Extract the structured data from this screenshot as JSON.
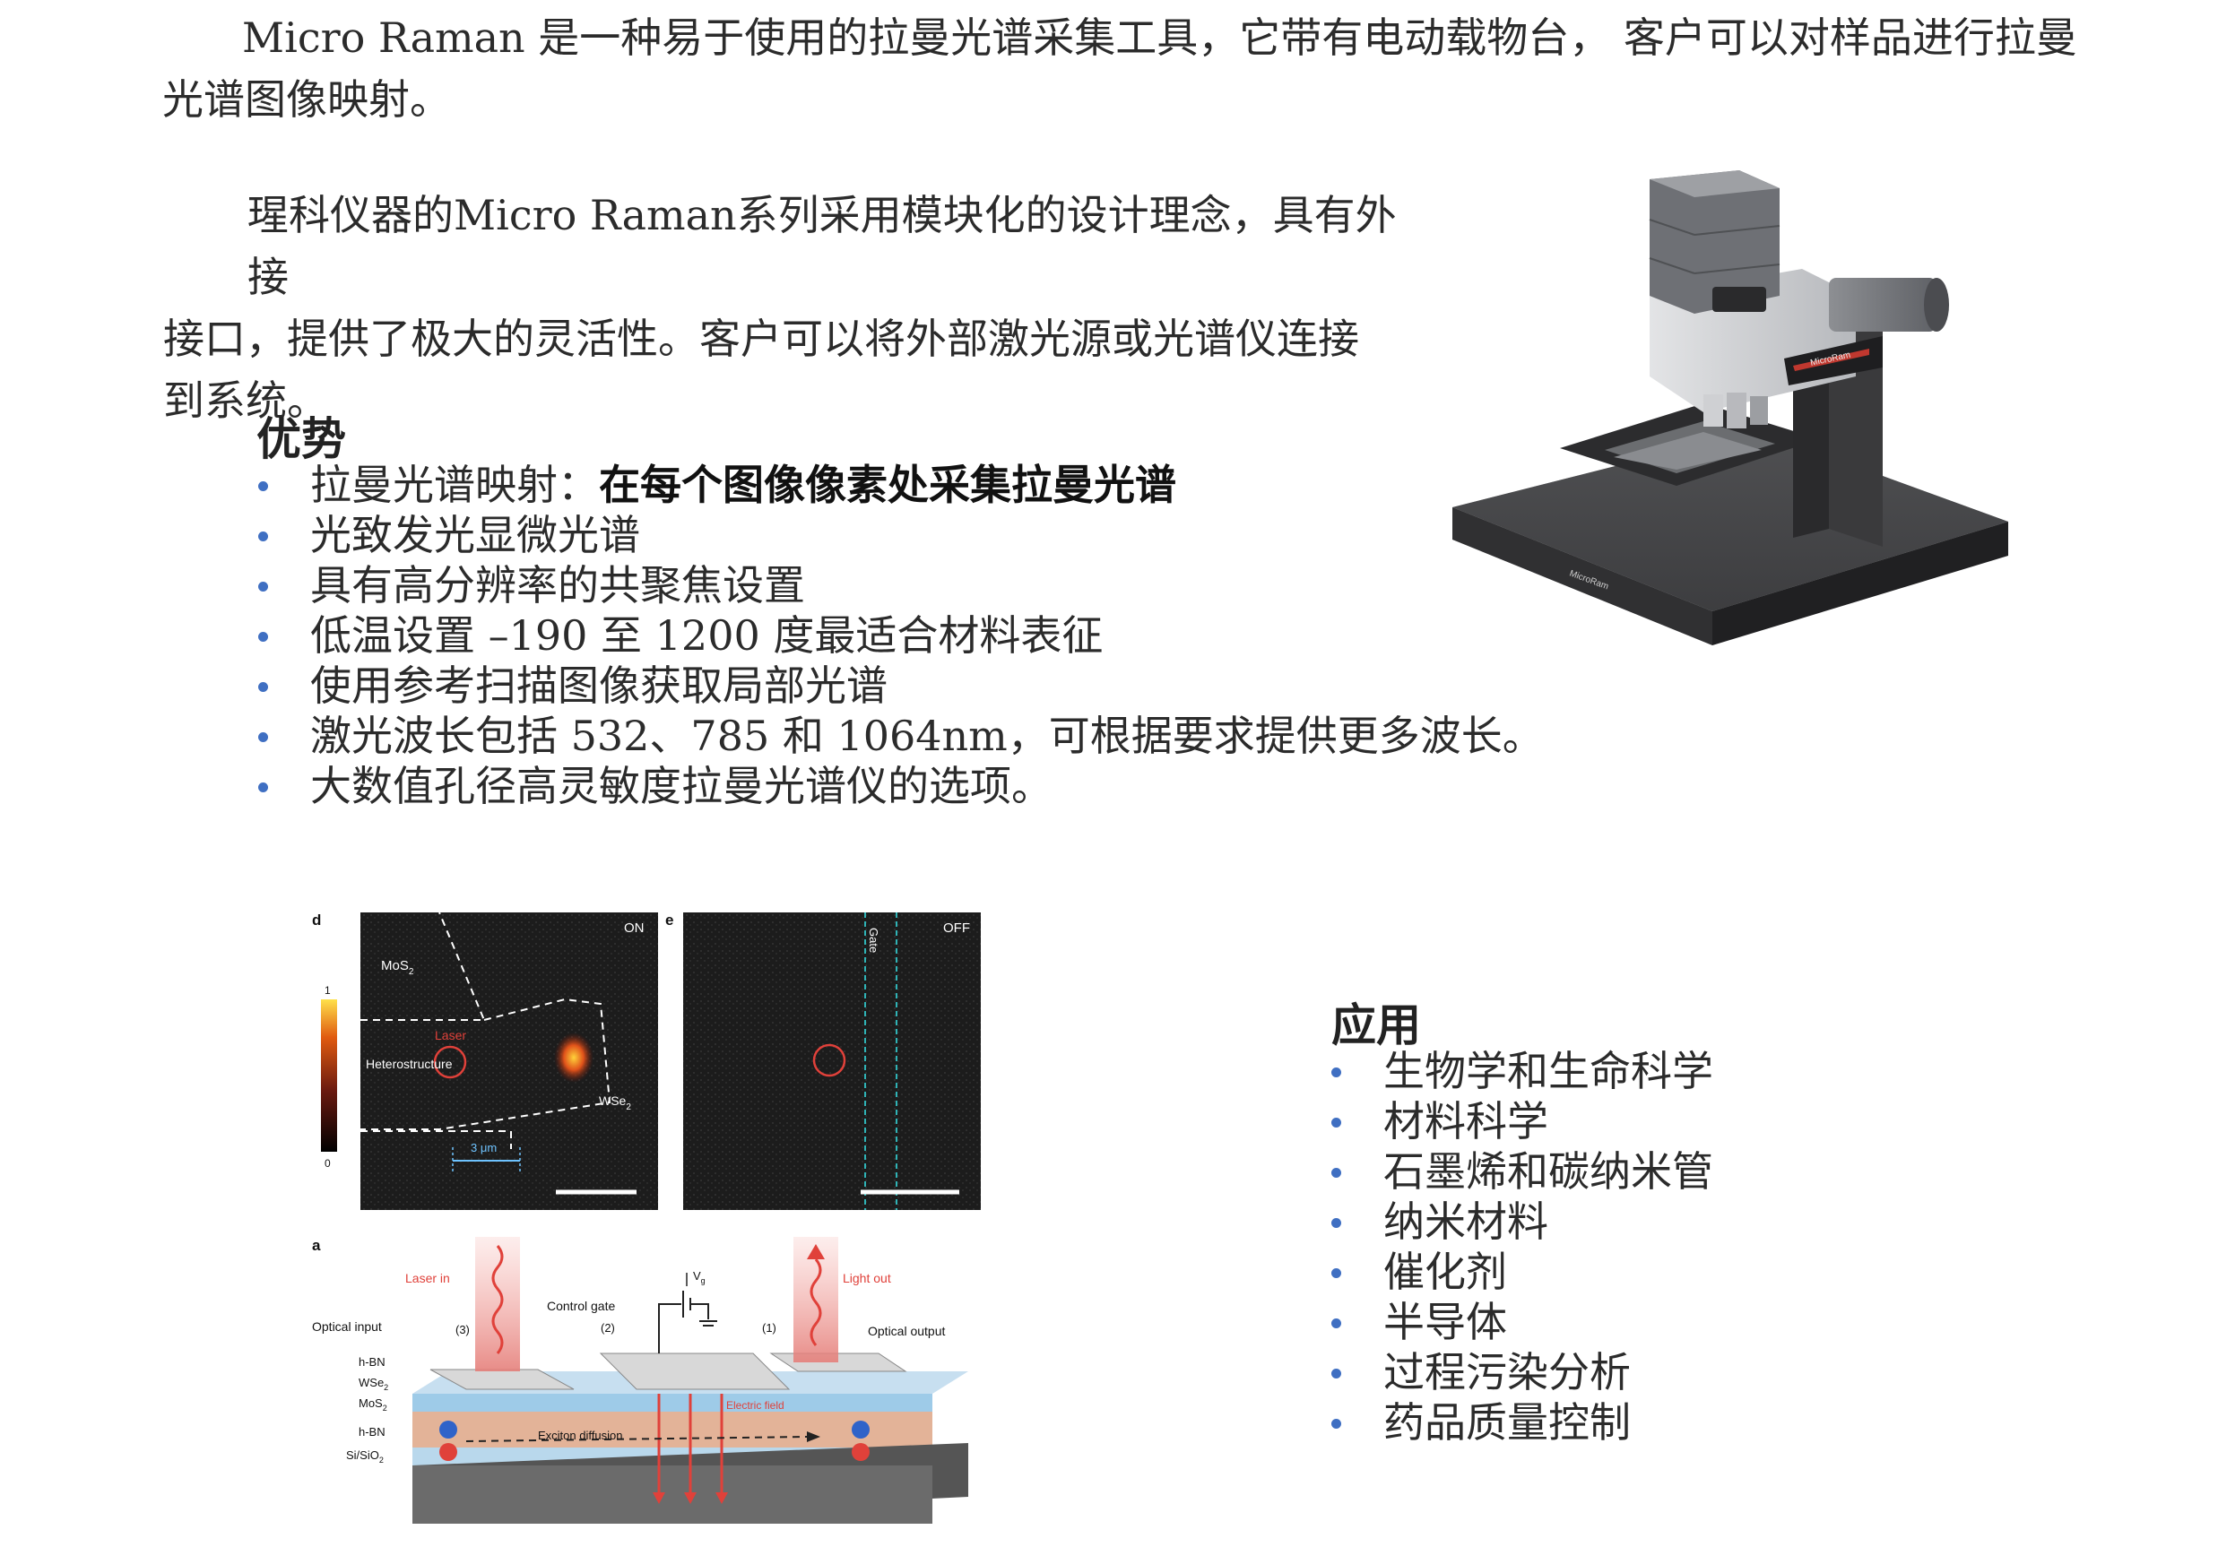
{
  "intro": {
    "line1": "Micro Raman 是一种易于使用的拉曼光谱采集工具，它带有电动载物台， 客户可以对样品进行拉曼",
    "line2": "光谱图像映射。"
  },
  "modular": {
    "line1": "瑆科仪器的Micro Raman系列采用模块化的设计理念，具有外接",
    "line2": "接口，提供了极大的灵活性。客户可以将外部激光源或光谱仪连接",
    "line3": "到系统。"
  },
  "advantages": {
    "heading": "优势",
    "items": [
      {
        "label": "拉曼光谱映射：",
        "emph": "在每个图像像素处采集拉曼光谱"
      },
      {
        "label": "光致发光显微光谱",
        "emph": ""
      },
      {
        "label": "具有高分辨率的共聚焦设置",
        "emph": ""
      },
      {
        "label": "低温设置 –190 至 1200 度最适合材料表征",
        "emph": ""
      },
      {
        "label": "使用参考扫描图像获取局部光谱",
        "emph": ""
      },
      {
        "label": "激光波长包括 532、785 和 1064nm，可根据要求提供更多波长。",
        "emph": ""
      },
      {
        "label": "大数值孔径高灵敏度拉曼光谱仪的选项。",
        "emph": ""
      }
    ]
  },
  "applications": {
    "heading": "应用",
    "items": [
      "生物学和生命科学",
      "材料科学",
      "石墨烯和碳纳米管",
      "纳米材料",
      "催化剂",
      "半导体",
      "过程污染分析",
      "药品质量控制"
    ]
  },
  "product_image": {
    "brand_label": "MicroRam",
    "brand_label_2": "MicroRam"
  },
  "figure": {
    "panel_d": "d",
    "panel_e": "e",
    "panel_a": "a",
    "on": "ON",
    "off": "OFF",
    "scale_max": "1",
    "scale_min": "0",
    "mos2": "MoS",
    "mos2_sub": "2",
    "laser": "Laser",
    "heterostructure": "Heterostructure",
    "wse2": "WSe",
    "wse2_sub": "2",
    "scale_bar": "3 μm",
    "gate": "Gate",
    "laser_in": "Laser in",
    "light_out": "Light out",
    "control_gate": "Control gate",
    "vg": "V",
    "vg_sub": "g",
    "optical_input": "Optical input",
    "optical_output": "Optical output",
    "n3": "(3)",
    "n2": "(2)",
    "n1": "(1)",
    "layer_hbn1": "h-BN",
    "layer_wse2": "WSe",
    "layer_wse2_sub": "2",
    "layer_mos2": "MoS",
    "layer_mos2_sub": "2",
    "layer_hbn2": "h-BN",
    "layer_si": "Si/SiO",
    "layer_si_sub": "2",
    "exciton": "Exciton diffusion",
    "efield": "Electric field"
  },
  "colors": {
    "bullet": "#3f6fc2",
    "laser_red": "#e0413a",
    "gate_teal": "#2fb3b6"
  }
}
